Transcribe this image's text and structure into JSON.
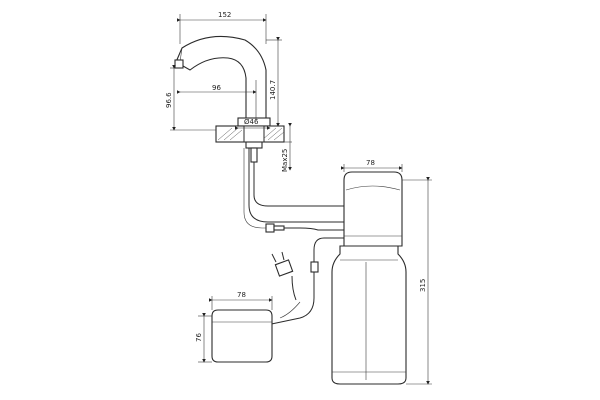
{
  "drawing": {
    "title": "",
    "dimensions": {
      "spout_reach": "152",
      "spout_height": "140.7",
      "outlet_height": "96.6",
      "outlet_offset": "96",
      "base_diameter": "Ø46",
      "max_deck_thickness": "Max25",
      "control_box_width": "78",
      "bottle_height": "315",
      "battery_box_width": "78",
      "battery_box_height": "76"
    },
    "colors": {
      "line": "#2b2b2b",
      "background": "#ffffff"
    }
  }
}
